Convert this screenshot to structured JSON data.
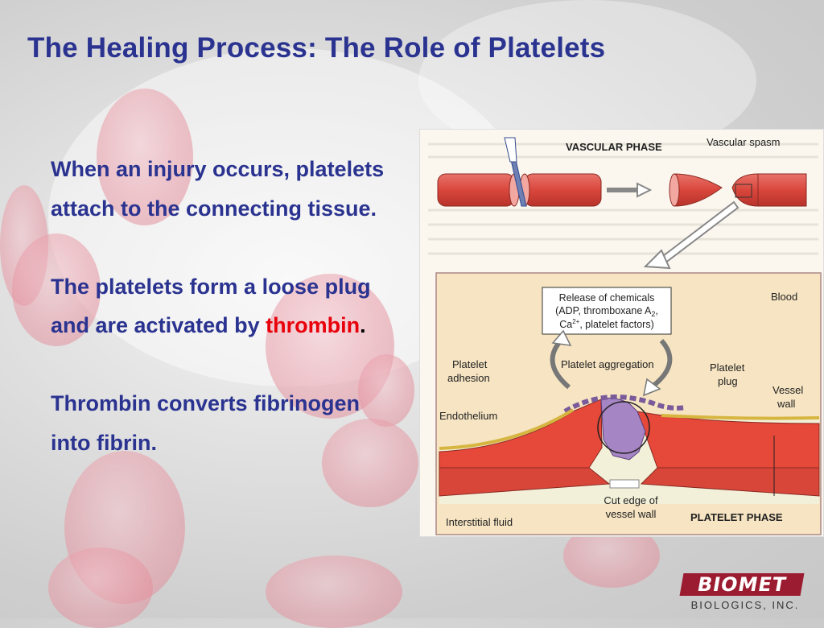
{
  "slide": {
    "title": "The Healing Process: The Role of Platelets",
    "paragraph1": "When an injury occurs, platelets attach to the connecting tissue.",
    "paragraph2_start": "The platelets form a loose plug and are activated by ",
    "paragraph2_highlight": "thrombin",
    "paragraph2_end": ".",
    "paragraph3": "Thrombin converts fibrinogen into fibrin."
  },
  "figure": {
    "vascular_phase": "VASCULAR PHASE",
    "vascular_spasm": "Vascular spasm",
    "release_line1": "Release of chemicals",
    "release_line2_prefix": "(ADP, thromboxane A",
    "release_sub2": "2",
    "release_line2_suffix": ",",
    "release_line3_ca": "Ca",
    "release_sup": "2+",
    "release_line3_suffix": ", platelet factors)",
    "blood": "Blood",
    "platelet_adhesion_1": "Platelet",
    "platelet_adhesion_2": "adhesion",
    "platelet_aggregation": "Platelet aggregation",
    "platelet_plug_1": "Platelet",
    "platelet_plug_2": "plug",
    "vessel_wall_1": "Vessel",
    "vessel_wall_2": "wall",
    "endothelium": "Endothelium",
    "cut_edge_1": "Cut edge of",
    "cut_edge_2": "vessel wall",
    "interstitial_fluid": "Interstitial fluid",
    "platelet_phase": "PLATELET PHASE"
  },
  "logo": {
    "brand": "BIOMET",
    "sub": "BIOLOGICS, INC."
  },
  "colors": {
    "title": "#2a3390",
    "highlight": "#e8000b",
    "vessel": "#d9463c",
    "logo": "#9b1b30"
  }
}
